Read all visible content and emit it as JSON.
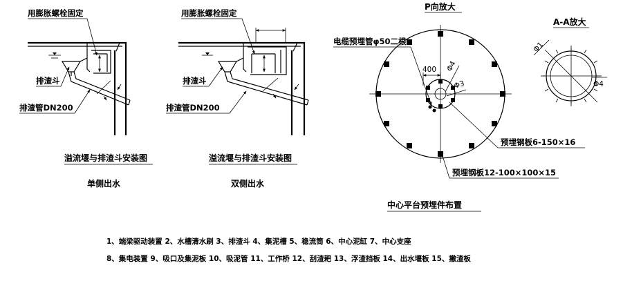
{
  "left_view": {
    "bolt_label": "用膨胀螺栓固定",
    "hopper_label": "排渣斗",
    "pipe_label": "排渣管DN200",
    "title": "溢流堰与排渣斗安装图",
    "subtitle": "单侧出水"
  },
  "middle_view": {
    "bolt_label": "用膨胀螺栓固定",
    "hopper_label": "排渣斗",
    "pipe_label": "排渣管DN200",
    "title": "溢流堰与排渣斗安装图",
    "subtitle": "双侧出水"
  },
  "p_view": {
    "title": "P向放大",
    "cable_label": "电缆预埋管φ50二根",
    "dim_400": "400",
    "dim_phi4": "Φ4",
    "dim_phi3": "Φ3",
    "plate_a_label": "预埋钢板6-150×16",
    "plate_b_label": "预埋钢板12-100×100×15",
    "title_bottom": "中心平台预埋件布置"
  },
  "aa_view": {
    "title": "A-A放大",
    "dim_phi1": "Φ1",
    "dim_phi4": "Φ4"
  },
  "legend": {
    "line1": "1、端梁驱动装置 2、水槽清水刷 3、排渣斗 4、集泥槽 5、稳流筒 6、中心泥缸 7、中心支座",
    "line2": "8、集电装置 9、吸口及集泥板 10、吸泥管 11、工作桥 12、刮渣耙 13、浮渣挡板 14、出水堰板 15、撇渣板"
  }
}
